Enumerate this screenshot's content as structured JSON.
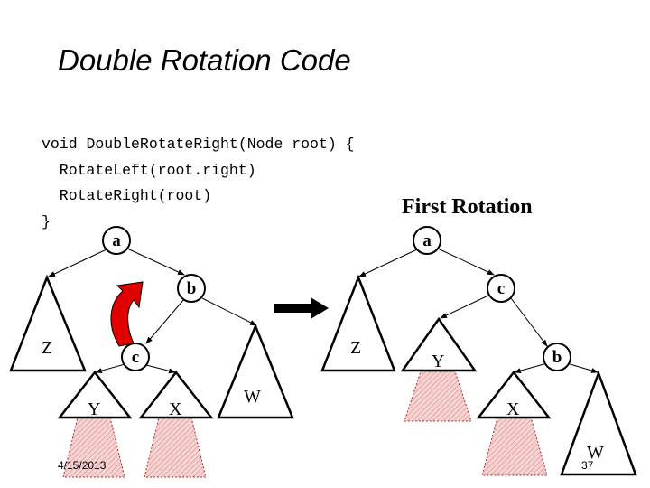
{
  "slide": {
    "title": "Double Rotation Code",
    "code": {
      "line1": "void DoubleRotateRight(Node root) {",
      "line2": "  RotateLeft(root.right)",
      "line3": "  RotateRight(root)",
      "line4": "}"
    },
    "subtitle": "First Rotation",
    "footer": {
      "date": "4/15/2013",
      "page": "37"
    }
  },
  "diagram": {
    "colors": {
      "rotate_arrow": "#e00000",
      "shadow_fill": "#f2c4c4",
      "shadow_stroke": "#b42828"
    },
    "left_tree": {
      "nodes": {
        "a": "a",
        "b": "b",
        "c": "c"
      },
      "subtrees": {
        "Z": "Z",
        "W": "W",
        "Y": "Y",
        "X": "X"
      }
    },
    "right_tree": {
      "nodes": {
        "a": "a",
        "c": "c",
        "b": "b"
      },
      "subtrees": {
        "Z": "Z",
        "Y": "Y",
        "X": "X",
        "W": "W"
      }
    }
  }
}
